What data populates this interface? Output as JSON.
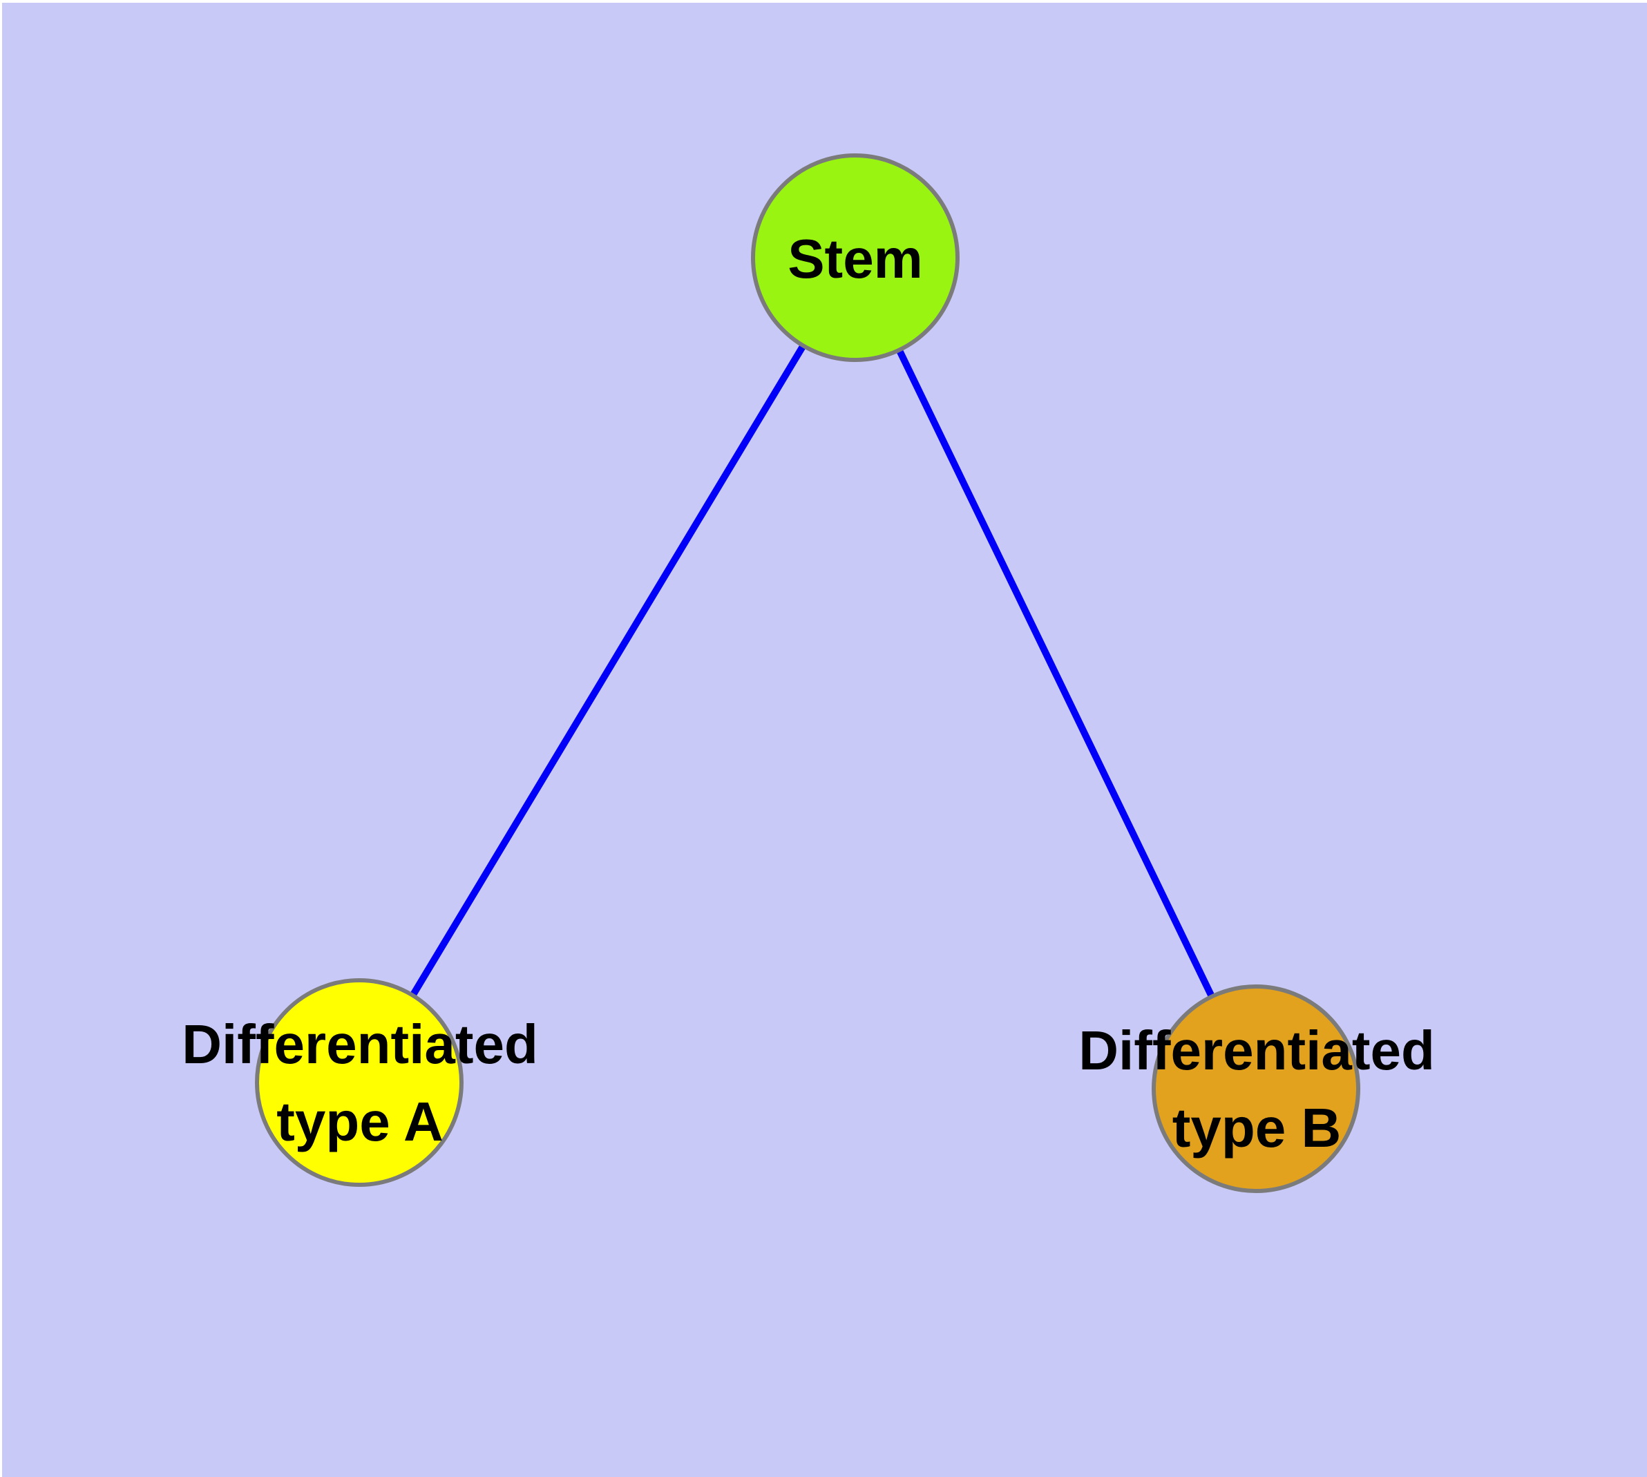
{
  "graph": {
    "background_color": "#c9c9f8",
    "edge_color": "#0000f8",
    "node_border_color": "#7b7b7b",
    "text_color": "#000000",
    "nodes": [
      {
        "id": "stem",
        "label": "Stem",
        "color": "#99f412"
      },
      {
        "id": "type-a",
        "label": "Differentiated\ntype A",
        "color": "#ffff00"
      },
      {
        "id": "type-b",
        "label": "Differentiated\ntype B",
        "color": "#e3a21e"
      }
    ],
    "edges": [
      {
        "from": "stem",
        "to": "type-a"
      },
      {
        "from": "stem",
        "to": "type-b"
      }
    ]
  }
}
